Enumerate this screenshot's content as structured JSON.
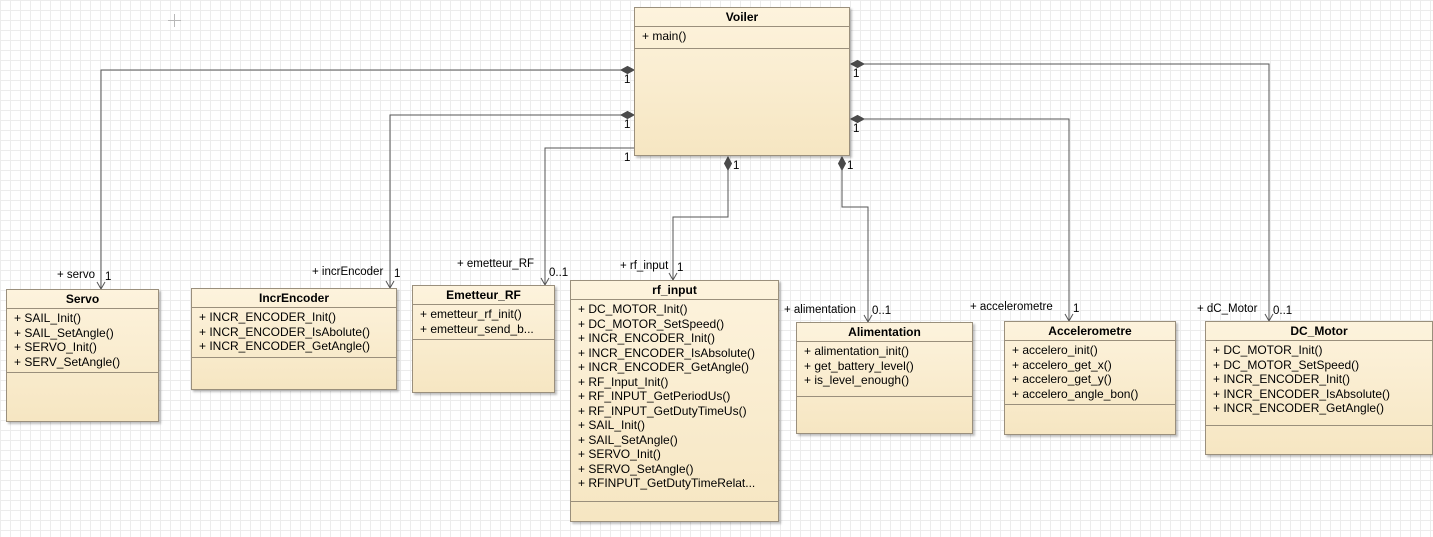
{
  "classes": {
    "voiler": {
      "name": "Voiler",
      "ops": [
        "+ main()"
      ]
    },
    "servo": {
      "name": "Servo",
      "ops": [
        "+ SAIL_Init()",
        "+ SAIL_SetAngle()",
        "+ SERVO_Init()",
        "+ SERV_SetAngle()"
      ]
    },
    "incrEncoder": {
      "name": "IncrEncoder",
      "ops": [
        "+ INCR_ENCODER_Init()",
        "+ INCR_ENCODER_IsAbolute()",
        "+ INCR_ENCODER_GetAngle()"
      ]
    },
    "emetteurRF": {
      "name": "Emetteur_RF",
      "ops": [
        "+ emetteur_rf_init()",
        "+ emetteur_send_b..."
      ]
    },
    "rfInput": {
      "name": "rf_input",
      "ops": [
        "+ DC_MOTOR_Init()",
        "+ DC_MOTOR_SetSpeed()",
        "+ INCR_ENCODER_Init()",
        "+ INCR_ENCODER_IsAbsolute()",
        "+ INCR_ENCODER_GetAngle()",
        "+ RF_Input_Init()",
        "+ RF_INPUT_GetPeriodUs()",
        "+ RF_INPUT_GetDutyTimeUs()",
        "+ SAIL_Init()",
        "+ SAIL_SetAngle()",
        "+ SERVO_Init()",
        "+ SERVO_SetAngle()",
        "+ RFINPUT_GetDutyTimeRelat..."
      ]
    },
    "alimentation": {
      "name": "Alimentation",
      "ops": [
        "+ alimentation_init()",
        "+ get_battery_level()",
        "+ is_level_enough()"
      ]
    },
    "accelerometre": {
      "name": "Accelerometre",
      "ops": [
        "+ accelero_init()",
        "+ accelero_get_x()",
        "+ accelero_get_y()",
        "+ accelero_angle_bon()"
      ]
    },
    "dcMotor": {
      "name": "DC_Motor",
      "ops": [
        "+ DC_MOTOR_Init()",
        "+ DC_MOTOR_SetSpeed()",
        "+ INCR_ENCODER_Init()",
        "+ INCR_ENCODER_IsAbsolute()",
        "+ INCR_ENCODER_GetAngle()"
      ]
    }
  },
  "associations": [
    {
      "id": "servo",
      "source_mult": "1",
      "role": "+ servo",
      "target_mult": "1"
    },
    {
      "id": "incrEncoder",
      "source_mult": "1",
      "role": "+ incrEncoder",
      "target_mult": "1"
    },
    {
      "id": "emetteurRF",
      "source_mult": "1",
      "role": "+ emetteur_RF",
      "target_mult": "0..1"
    },
    {
      "id": "rfInput",
      "source_mult": "1",
      "role": "+ rf_input",
      "target_mult": "1"
    },
    {
      "id": "alimentation",
      "source_mult": "1",
      "role": "+ alimentation",
      "target_mult": "0..1"
    },
    {
      "id": "accelerometre",
      "source_mult": "1",
      "role": "+ accelerometre",
      "target_mult": "1"
    },
    {
      "id": "dcMotor",
      "source_mult": "1",
      "role": "+ dC_Motor",
      "target_mult": "0..1"
    }
  ]
}
